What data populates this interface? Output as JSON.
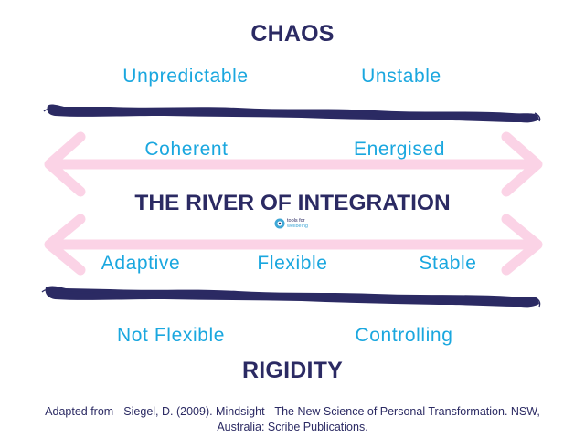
{
  "top_heading": "CHAOS",
  "chaos_words": [
    "Unpredictable",
    "Unstable"
  ],
  "upper_arrow_words": [
    "Coherent",
    "Energised"
  ],
  "center_title": "THE RIVER OF INTEGRATION",
  "logo_text": [
    "tools for",
    "wellbeing"
  ],
  "lower_arrow_words": [
    "Adaptive",
    "Flexible",
    "Stable"
  ],
  "rigidity_words": [
    "Not Flexible",
    "Controlling"
  ],
  "bottom_heading": "RIGIDITY",
  "citation": {
    "line1": "Adapted from - Siegel, D. (2009). Mindsight - The New Science of Personal Transformation. NSW,",
    "line2": "Australia: Scribe Publications."
  },
  "colors": {
    "navy": "#2b2a63",
    "blue": "#1aa7df",
    "arrow_pink": "#fbd3e6",
    "logo_blue": "#3fa7d6"
  }
}
